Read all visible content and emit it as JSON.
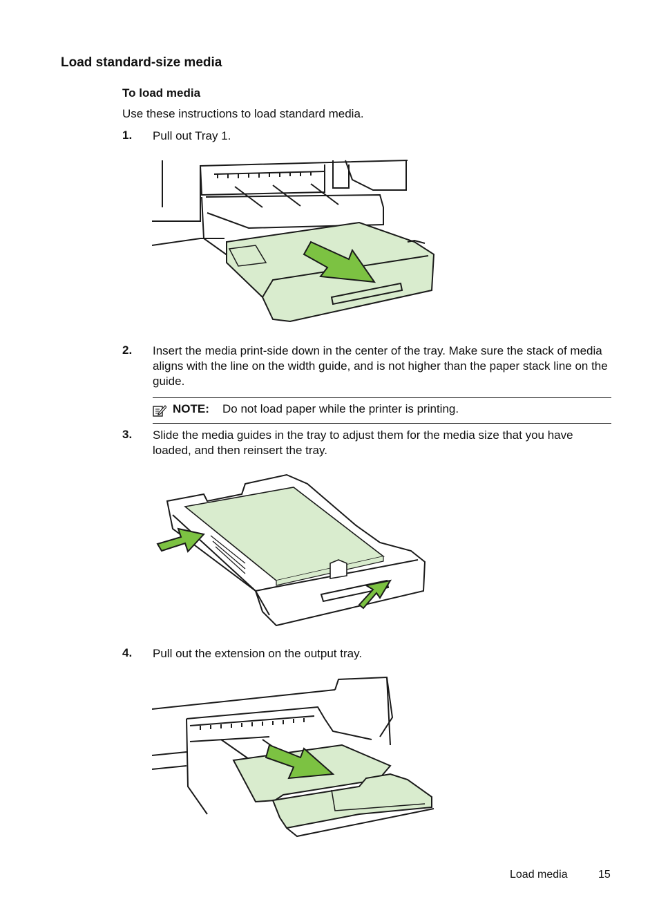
{
  "section_title": "Load standard-size media",
  "subsection_title": "To load media",
  "intro": "Use these instructions to load standard media.",
  "steps": [
    {
      "num": "1.",
      "text": "Pull out Tray 1."
    },
    {
      "num": "2.",
      "text": "Insert the media print-side down in the center of the tray. Make sure the stack of media aligns with the line on the width guide, and is not higher than the paper stack line on the guide."
    },
    {
      "num": "3.",
      "text": "Slide the media guides in the tray to adjust them for the media size that you have loaded, and then reinsert the tray."
    },
    {
      "num": "4.",
      "text": "Pull out the extension on the output tray."
    }
  ],
  "note": {
    "label": "NOTE:",
    "text": "Do not load paper while the printer is printing.",
    "icon": "note-pencil-icon"
  },
  "footer": {
    "section": "Load media",
    "page": "15"
  },
  "colors": {
    "tray_fill": "#d9ecce",
    "arrow_green": "#7cc242",
    "line": "#1a1a1a"
  }
}
